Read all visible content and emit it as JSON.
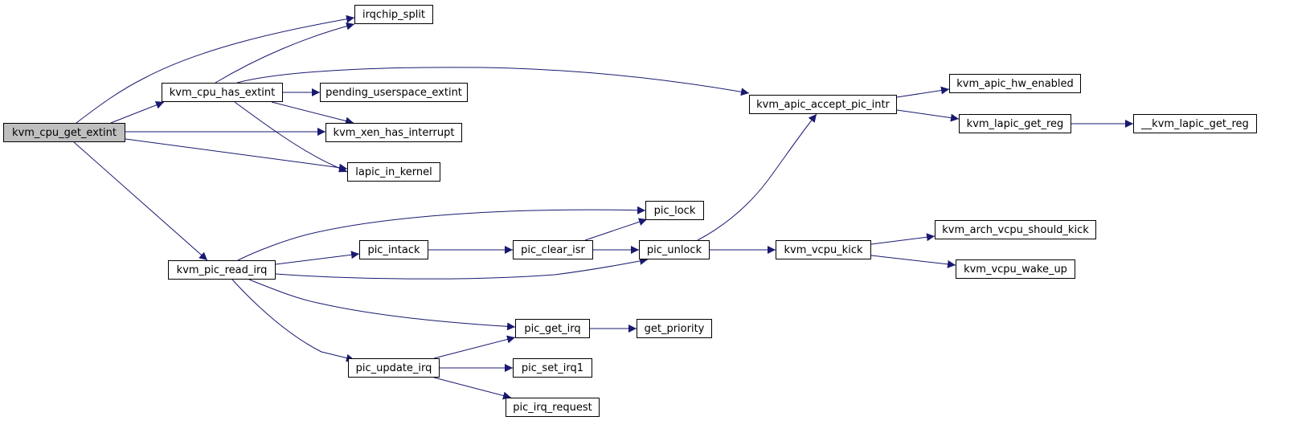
{
  "graph": {
    "root": "kvm_cpu_get_extint",
    "nodes": {
      "kvm_cpu_get_extint": "kvm_cpu_get_extint",
      "irqchip_split": "irqchip_split",
      "kvm_cpu_has_extint": "kvm_cpu_has_extint",
      "pending_userspace_extint": "pending_userspace_extint",
      "kvm_xen_has_interrupt": "kvm_xen_has_interrupt",
      "lapic_in_kernel": "lapic_in_kernel",
      "kvm_apic_accept_pic_intr": "kvm_apic_accept_pic_intr",
      "kvm_apic_hw_enabled": "kvm_apic_hw_enabled",
      "kvm_lapic_get_reg": "kvm_lapic_get_reg",
      "__kvm_lapic_get_reg": "__kvm_lapic_get_reg",
      "kvm_pic_read_irq": "kvm_pic_read_irq",
      "pic_lock": "pic_lock",
      "pic_intack": "pic_intack",
      "pic_clear_isr": "pic_clear_isr",
      "pic_unlock": "pic_unlock",
      "kvm_vcpu_kick": "kvm_vcpu_kick",
      "kvm_arch_vcpu_should_kick": "kvm_arch_vcpu_should_kick",
      "kvm_vcpu_wake_up": "kvm_vcpu_wake_up",
      "pic_get_irq": "pic_get_irq",
      "get_priority": "get_priority",
      "pic_update_irq": "pic_update_irq",
      "pic_set_irq1": "pic_set_irq1",
      "pic_irq_request": "pic_irq_request"
    },
    "edges": [
      [
        "kvm_cpu_get_extint",
        "irqchip_split"
      ],
      [
        "kvm_cpu_get_extint",
        "kvm_cpu_has_extint"
      ],
      [
        "kvm_cpu_get_extint",
        "kvm_xen_has_interrupt"
      ],
      [
        "kvm_cpu_get_extint",
        "lapic_in_kernel"
      ],
      [
        "kvm_cpu_get_extint",
        "kvm_pic_read_irq"
      ],
      [
        "kvm_cpu_has_extint",
        "irqchip_split"
      ],
      [
        "kvm_cpu_has_extint",
        "pending_userspace_extint"
      ],
      [
        "kvm_cpu_has_extint",
        "kvm_xen_has_interrupt"
      ],
      [
        "kvm_cpu_has_extint",
        "lapic_in_kernel"
      ],
      [
        "kvm_cpu_has_extint",
        "kvm_apic_accept_pic_intr"
      ],
      [
        "kvm_apic_accept_pic_intr",
        "kvm_apic_hw_enabled"
      ],
      [
        "kvm_apic_accept_pic_intr",
        "kvm_lapic_get_reg"
      ],
      [
        "kvm_lapic_get_reg",
        "__kvm_lapic_get_reg"
      ],
      [
        "kvm_pic_read_irq",
        "pic_lock"
      ],
      [
        "kvm_pic_read_irq",
        "pic_intack"
      ],
      [
        "kvm_pic_read_irq",
        "pic_unlock"
      ],
      [
        "kvm_pic_read_irq",
        "pic_get_irq"
      ],
      [
        "kvm_pic_read_irq",
        "pic_update_irq"
      ],
      [
        "pic_intack",
        "pic_clear_isr"
      ],
      [
        "pic_clear_isr",
        "pic_lock"
      ],
      [
        "pic_clear_isr",
        "pic_unlock"
      ],
      [
        "pic_unlock",
        "kvm_apic_accept_pic_intr"
      ],
      [
        "pic_unlock",
        "kvm_vcpu_kick"
      ],
      [
        "kvm_vcpu_kick",
        "kvm_arch_vcpu_should_kick"
      ],
      [
        "kvm_vcpu_kick",
        "kvm_vcpu_wake_up"
      ],
      [
        "pic_get_irq",
        "get_priority"
      ],
      [
        "pic_update_irq",
        "pic_get_irq"
      ],
      [
        "pic_update_irq",
        "pic_set_irq1"
      ],
      [
        "pic_update_irq",
        "pic_irq_request"
      ]
    ],
    "colors": {
      "edge": "#191970",
      "node_border": "#000000",
      "node_fill": "#ffffff",
      "root_fill": "#bfbfbf"
    }
  }
}
